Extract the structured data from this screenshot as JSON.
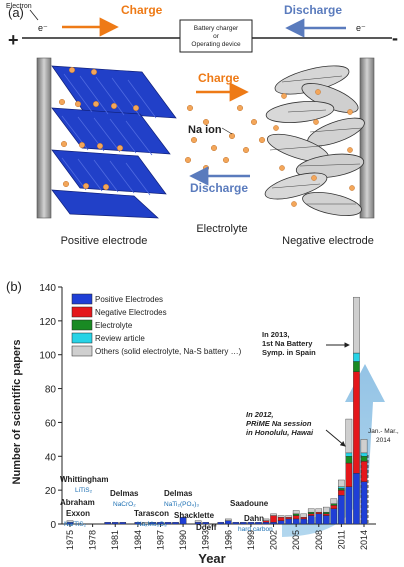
{
  "panel_a": {
    "label": "(a)",
    "electron_word": "Electron",
    "electron_symbol_left": "e⁻",
    "electron_symbol_right": "e⁻",
    "plus_sign": "+",
    "minus_sign": "-",
    "charge_top": "Charge",
    "discharge_top": "Discharge",
    "device_line1": "Battery charger",
    "device_line2": "or",
    "device_line3": "Operating device",
    "charge_mid": "Charge",
    "discharge_mid": "Discharge",
    "na_ion": "Na ion",
    "positive_electrode": "Positive electrode",
    "electrolyte": "Electrolyte",
    "negative_electrode": "Negative electrode",
    "colors": {
      "charge": "#ee7a16",
      "discharge": "#5a7bbd",
      "ion": "#f3a65a",
      "layer": "#2140c8",
      "carbon": "#d6d6d6"
    }
  },
  "panel_b": {
    "label": "(b)",
    "chart_data": {
      "type": "bar",
      "stacked": true,
      "ylabel": "Number of scientific papers",
      "xlabel": "Year",
      "ylim": [
        0,
        140
      ],
      "y_ticks": [
        0,
        20,
        40,
        60,
        80,
        100,
        120,
        140
      ],
      "x_ticks": [
        "1975",
        "1978",
        "1981",
        "1984",
        "1987",
        "1990",
        "1993",
        "1996",
        "1999",
        "2002",
        "2005",
        "2008",
        "2011",
        "2014"
      ],
      "categories": [
        1975,
        1976,
        1977,
        1978,
        1979,
        1980,
        1981,
        1982,
        1983,
        1984,
        1985,
        1986,
        1987,
        1988,
        1989,
        1990,
        1991,
        1992,
        1993,
        1994,
        1995,
        1996,
        1997,
        1998,
        1999,
        2000,
        2001,
        2002,
        2003,
        2004,
        2005,
        2006,
        2007,
        2008,
        2009,
        2010,
        2011,
        2012,
        2013,
        2014
      ],
      "series": [
        {
          "name": "Positive Electrodes",
          "color": "#1f3fd6",
          "values": [
            1,
            0,
            0,
            0,
            0,
            1,
            1,
            1,
            0,
            1,
            0,
            1,
            1,
            1,
            1,
            4,
            0,
            1,
            1,
            0,
            1,
            2,
            1,
            1,
            1,
            1,
            1,
            1,
            2,
            3,
            3,
            3,
            5,
            6,
            5,
            9,
            17,
            22,
            30,
            25
          ]
        },
        {
          "name": "Negative Electrodes",
          "color": "#e4171b",
          "values": [
            0,
            0,
            0,
            0,
            0,
            0,
            0,
            0,
            0,
            0,
            0,
            0,
            0,
            0,
            0,
            0,
            0,
            0,
            0,
            0,
            0,
            0,
            0,
            0,
            0,
            0,
            1,
            4,
            2,
            1,
            2,
            1,
            1,
            1,
            1,
            2,
            3,
            14,
            60,
            12
          ]
        },
        {
          "name": "Electrolyte",
          "color": "#198a23",
          "values": [
            0,
            0,
            0,
            0,
            0,
            0,
            0,
            0,
            0,
            0,
            0,
            0,
            0,
            0,
            0,
            0,
            0,
            0,
            0,
            0,
            0,
            0,
            0,
            0,
            0,
            0,
            0,
            0,
            0,
            0,
            1,
            0,
            1,
            0,
            1,
            1,
            1,
            4,
            6,
            3
          ]
        },
        {
          "name": "Review article",
          "color": "#27d3e6",
          "values": [
            0,
            0,
            0,
            0,
            0,
            0,
            0,
            0,
            0,
            0,
            0,
            0,
            0,
            0,
            0,
            0,
            0,
            0,
            0,
            0,
            0,
            0,
            0,
            0,
            0,
            0,
            0,
            0,
            0,
            0,
            0,
            0,
            0,
            0,
            0,
            0,
            1,
            2,
            5,
            2
          ]
        },
        {
          "name": "Others (solid electrolyte, Na-S battery …)",
          "color": "#cfcfcf",
          "values": [
            1,
            0,
            0,
            0,
            0,
            0,
            0,
            0,
            0,
            0,
            1,
            0,
            0,
            0,
            0,
            0,
            0,
            1,
            0,
            0,
            0,
            1,
            0,
            0,
            0,
            0,
            1,
            1,
            1,
            1,
            2,
            2,
            2,
            2,
            3,
            3,
            4,
            20,
            33,
            8
          ]
        }
      ],
      "annotations": {
        "milestones": [
          {
            "name": "Whittingham",
            "formula": "LiTiS₂"
          },
          {
            "name": "Abraham",
            "formula": ""
          },
          {
            "name": "Exxon",
            "formula": "Na/TiS₂"
          },
          {
            "name": "Delmas",
            "formula": "NaCrO₂"
          },
          {
            "name": "Tarascon",
            "formula": "NaₓMo₆O₈"
          },
          {
            "name": "Delmas",
            "formula": "NaTi₂(PO₄)₃"
          },
          {
            "name": "Shacklette",
            "formula": ""
          },
          {
            "name": "Doeff",
            "formula": ""
          },
          {
            "name": "Saadoune",
            "formula": ""
          },
          {
            "name": "Dahn",
            "formula": "hard carbon"
          }
        ],
        "note_2013": [
          "In 2013,",
          "1st Na Battery",
          "Symp. in Spain"
        ],
        "note_2012": [
          "In 2012,",
          "PRiME Na session",
          "in Honolulu, Hawai"
        ],
        "note_2014": [
          "Jan.- Mar.,",
          "2014"
        ]
      }
    }
  }
}
